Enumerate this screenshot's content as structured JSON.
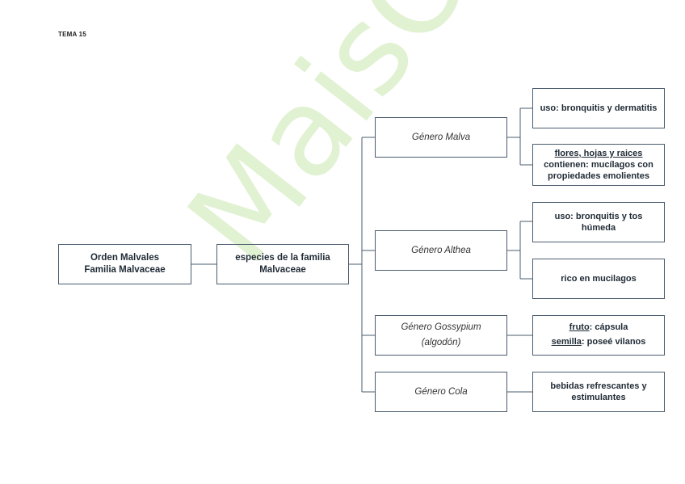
{
  "heading": "TEMA 15",
  "watermark": "MaisOlqa",
  "root": {
    "line1": "Orden Malvales",
    "line2": "Familia Malvaceae"
  },
  "species": {
    "line1": "especies de la familia",
    "line2": "Malvaceae"
  },
  "generos": [
    {
      "line1": "Género Malva",
      "line2": ""
    },
    {
      "line1": "Género Althea",
      "line2": ""
    },
    {
      "line1": "Género Gossypium",
      "line2": "(algodón)"
    },
    {
      "line1": "Género Cola",
      "line2": ""
    }
  ],
  "details": {
    "malva_uso": "uso: bronquitis y dermatitis",
    "malva_flores_u": "flores, hojas y raices",
    "malva_flores_l2": "contienen: mucílagos con",
    "malva_flores_l3": "propiedades emolientes",
    "althea_uso_l1": "uso: bronquitis y tos",
    "althea_uso_l2": "húmeda",
    "althea_rico": "rico en mucilagos",
    "gossypium_fruto_u": "fruto",
    "gossypium_fruto_rest": ": cápsula",
    "gossypium_semilla_u": "semilla",
    "gossypium_semilla_rest": ": poseé vilanos",
    "cola_l1": "bebidas refrescantes y",
    "cola_l2": "estimulantes"
  }
}
